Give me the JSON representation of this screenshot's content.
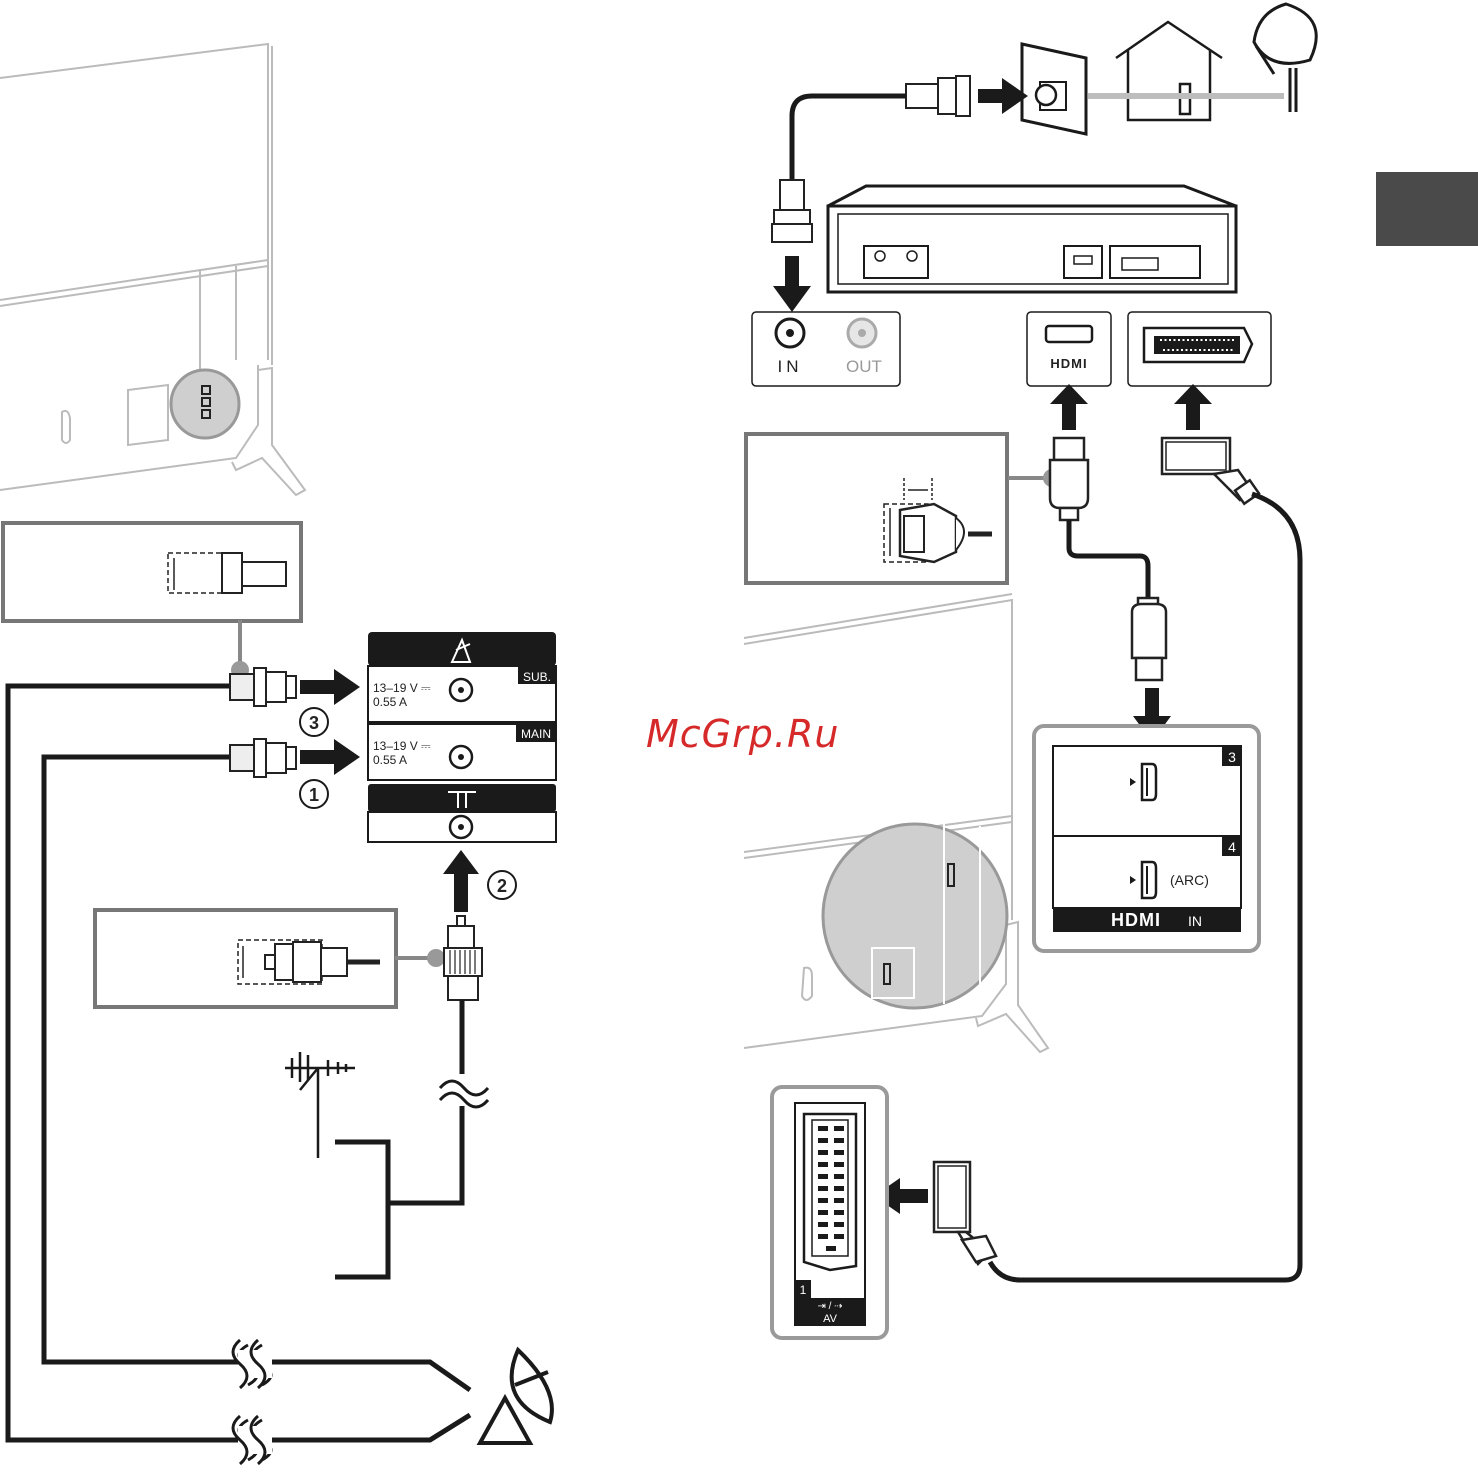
{
  "colors": {
    "line": "#1a1a1a",
    "tv_outline": "#bbbbbb",
    "panel_gray": "#cfcfcf",
    "tab": "#4a4a4a",
    "watermark": "#d62a2a",
    "light_cable": "#bdbdbd"
  },
  "satellite_panel": {
    "sub_label": "SUB.",
    "main_label": "MAIN",
    "sub_voltage": "13–19 V ⎓",
    "sub_current": "0.55 A",
    "main_voltage": "13–19 V ⎓",
    "main_current": "0.55 A",
    "sat_icon": "satellite-dish-icon",
    "ant_icon": "antenna-t-icon"
  },
  "steps": {
    "step1": "1",
    "step2": "2",
    "step3": "3"
  },
  "recorder_ports": {
    "in_label": "IN",
    "out_label": "OUT",
    "hdmi_logo": "HDMI"
  },
  "hdmi_panel": {
    "port3": "3",
    "port4": "4",
    "arc_label": "(ARC)",
    "logo": "HDMI",
    "in_label": "IN"
  },
  "scart_panel": {
    "port_number": "1",
    "port_icons": "⇥ / ⇢",
    "av_label": "AV"
  },
  "watermark": "McGrp.Ru"
}
